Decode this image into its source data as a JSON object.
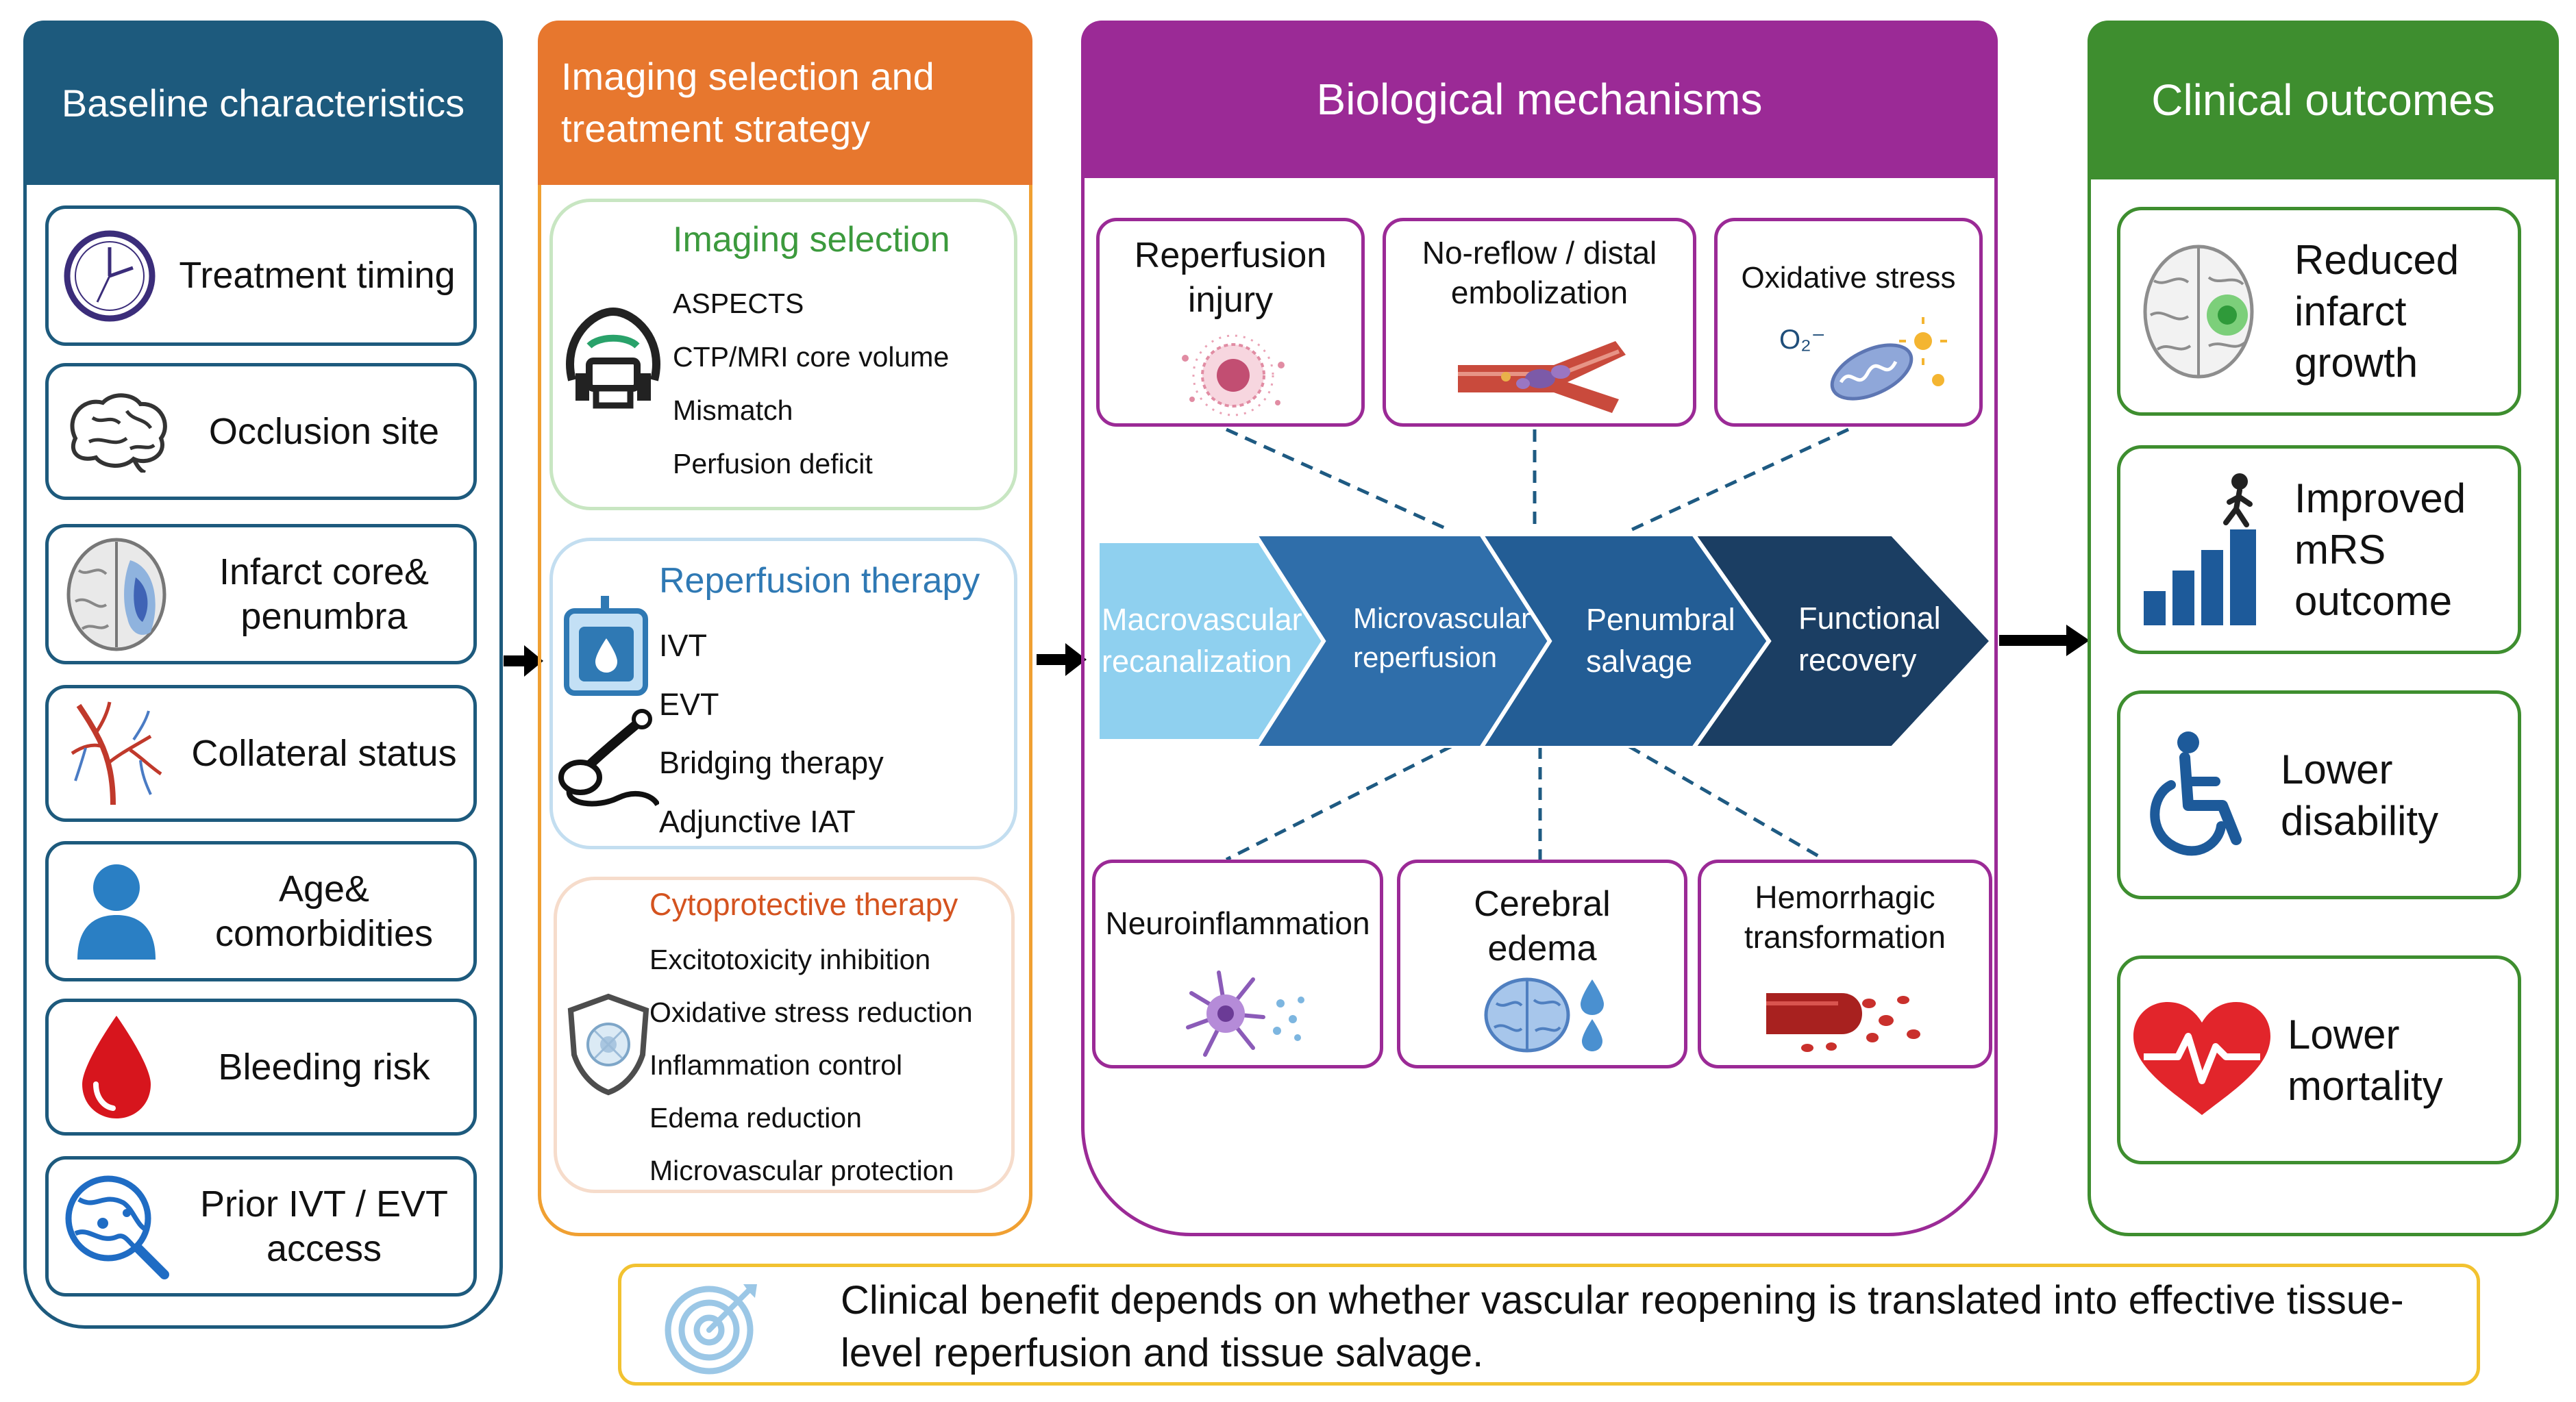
{
  "colors": {
    "baseline": "#1d5a7d",
    "imaging": "#e7772e",
    "biological": "#9b2a96",
    "outcomes": "#3e8e2f",
    "imaging_green": "#3c9a3d",
    "reperfusion_blue": "#2f79b4",
    "cytoprotective_orange": "#d4531f",
    "note_border": "#f2c230"
  },
  "baseline": {
    "title": "Baseline characteristics",
    "items": [
      {
        "label": "Treatment timing",
        "icon": "clock-icon"
      },
      {
        "label": "Occlusion site",
        "icon": "brain-outline-icon"
      },
      {
        "label": "Infarct core& penumbra",
        "icon": "brain-core-icon"
      },
      {
        "label": "Collateral status",
        "icon": "vessel-tree-icon"
      },
      {
        "label": "Age& comorbidities",
        "icon": "person-icon"
      },
      {
        "label": "Bleeding risk",
        "icon": "blood-drop-icon"
      },
      {
        "label": "Prior IVT / EVT access",
        "icon": "globe-magnifier-icon"
      }
    ]
  },
  "imaging": {
    "title": "Imaging selection and treatment strategy",
    "selection": {
      "heading": "Imaging selection",
      "items": [
        "ASPECTS",
        "CTP/MRI core volume",
        "Mismatch",
        "Perfusion deficit"
      ]
    },
    "reperfusion": {
      "heading": "Reperfusion therapy",
      "items": [
        "IVT",
        "EVT",
        "Bridging therapy",
        "Adjunctive IAT"
      ]
    },
    "cytoprotective": {
      "heading": "Cytoprotective therapy",
      "items": [
        "Excitotoxicity inhibition",
        "Oxidative stress reduction",
        "Inflammation control",
        "Edema reduction",
        "Microvascular protection"
      ]
    }
  },
  "biological": {
    "title": "Biological mechanisms",
    "top": [
      {
        "label": "Reperfusion injury"
      },
      {
        "label": "No-reflow / distal embolization"
      },
      {
        "label": "Oxidative stress",
        "symbol": "O₂⁻"
      }
    ],
    "chevrons": [
      {
        "label": "Macrovascular recanalization"
      },
      {
        "label": "Microvascular reperfusion"
      },
      {
        "label": "Penumbral salvage"
      },
      {
        "label": "Functional recovery"
      }
    ],
    "bottom": [
      {
        "label": "Neuroinflammation"
      },
      {
        "label": "Cerebral edema"
      },
      {
        "label": "Hemorrhagic transformation"
      }
    ]
  },
  "outcomes": {
    "title": "Clinical outcomes",
    "items": [
      {
        "label": "Reduced infarct growth",
        "icon": "brain-green-icon"
      },
      {
        "label": "Improved mRS outcome",
        "icon": "bar-climb-icon"
      },
      {
        "label": "Lower disability",
        "icon": "wheelchair-icon"
      },
      {
        "label": "Lower mortality",
        "icon": "heart-pulse-icon"
      }
    ]
  },
  "note": {
    "text": "Clinical benefit depends on whether vascular reopening is translated into effective tissue-level reperfusion and tissue salvage.",
    "icon": "target-icon"
  }
}
